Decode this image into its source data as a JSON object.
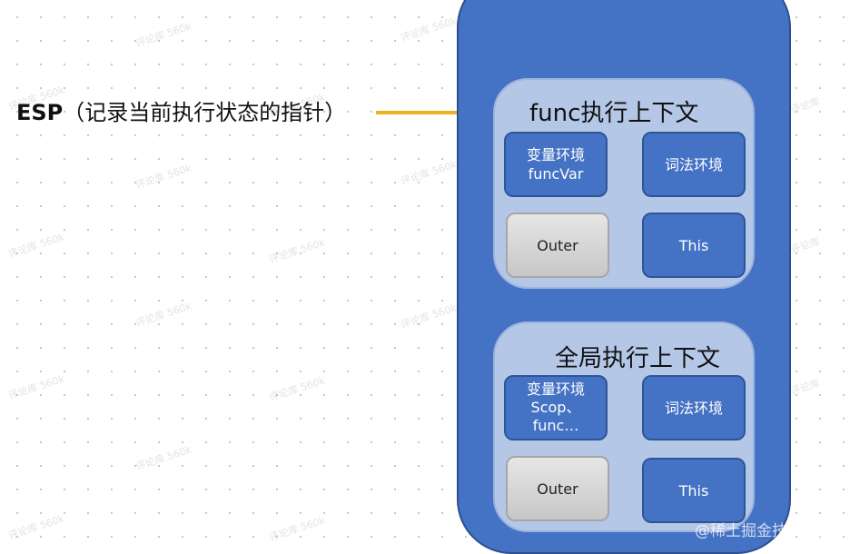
{
  "pointer": {
    "name": "ESP",
    "description": "（记录当前执行状态的指针）"
  },
  "func_context": {
    "title": "func执行上下文",
    "variable_env": [
      "变量环境",
      "funcVar"
    ],
    "lexical_env": "词法环境",
    "outer": "Outer",
    "this": "This"
  },
  "global_context": {
    "title": "全局执行上下文",
    "variable_env": [
      "变量环境",
      "Scop、",
      "func…"
    ],
    "lexical_env": "词法环境",
    "outer": "Outer",
    "this": "This"
  },
  "footer_text": "@稀土掘金技术社区",
  "colors": {
    "stack_fill": "#4472c4",
    "context_fill": "#b4c7e7",
    "env_box_fill": "#4472c4",
    "outer_box_fill": "#d0d0d0",
    "arrow": "#e8b31c"
  }
}
